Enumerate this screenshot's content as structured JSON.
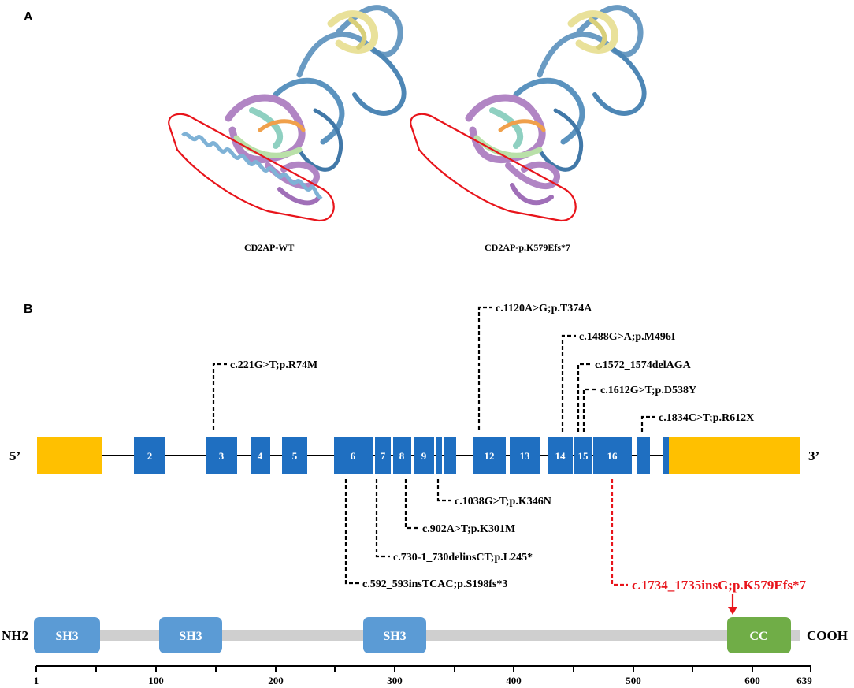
{
  "panel_a": {
    "label": "A",
    "structures": [
      {
        "caption": "CD2AP-WT"
      },
      {
        "caption": "CD2AP-p.K579Efs*7"
      }
    ]
  },
  "panel_b": {
    "label": "B",
    "gene": {
      "five_prime": "5’",
      "three_prime": "3’",
      "exons": [
        "2",
        "3",
        "4",
        "5",
        "6",
        "7",
        "8",
        "9",
        "",
        "12",
        "13",
        "14",
        "15",
        "16",
        "",
        ""
      ],
      "mutations_above": [
        "c.221G>T;p.R74M",
        "c.1120A>G;p.T374A",
        "c.1488G>A;p.M496I",
        "c.1572_1574delAGA",
        "c.1612G>T;p.D538Y",
        "c.1834C>T;p.R612X"
      ],
      "mutations_below": [
        "c.1038G>T;p.K346N",
        "c.902A>T;p.K301M",
        "c.730-1_730delinsCT;p.L245*",
        "c.592_593insTCAC;p.S198fs*3"
      ],
      "highlight_mutation": "c.1734_1735insG;p.K579Efs*7"
    },
    "protein": {
      "n_term": "NH2",
      "c_term": "COOH",
      "domains": [
        "SH3",
        "SH3",
        "SH3",
        "CC"
      ],
      "axis_ticks": [
        "1",
        "100",
        "200",
        "300",
        "400",
        "500",
        "600",
        "639"
      ]
    },
    "colors": {
      "exon": "#1f6fc1",
      "utr": "#ffc000",
      "sh3": "#5b9bd5",
      "cc": "#70ad47",
      "backbone": "#cfcfcf",
      "highlight": "#e8141b"
    }
  }
}
